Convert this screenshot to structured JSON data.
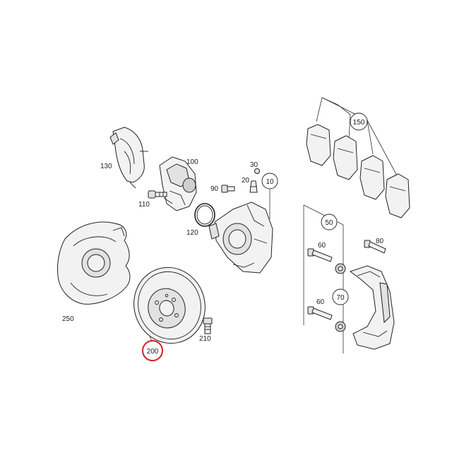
{
  "diagram": {
    "highlight_color": "#d42020",
    "highlighted_part": "200",
    "labels": {
      "p10": "10",
      "p20": "20",
      "p30": "30",
      "p50": "50",
      "p60a": "60",
      "p60b": "60",
      "p70": "70",
      "p80": "80",
      "p90": "90",
      "p100": "100",
      "p110": "110",
      "p120": "120",
      "p130": "130",
      "p150": "150",
      "p200": "200",
      "p210": "210",
      "p250": "250"
    },
    "parts": [
      {
        "id": "brake-pads",
        "label": "150"
      },
      {
        "id": "caliper-bracket",
        "label": "70"
      },
      {
        "id": "caliper",
        "label": "10"
      },
      {
        "id": "electric-parking-brake-motor",
        "label": "100"
      },
      {
        "id": "cable-bracket",
        "label": "130"
      },
      {
        "id": "brake-disc",
        "label": "200"
      },
      {
        "id": "splash-shield",
        "label": "250"
      }
    ]
  }
}
